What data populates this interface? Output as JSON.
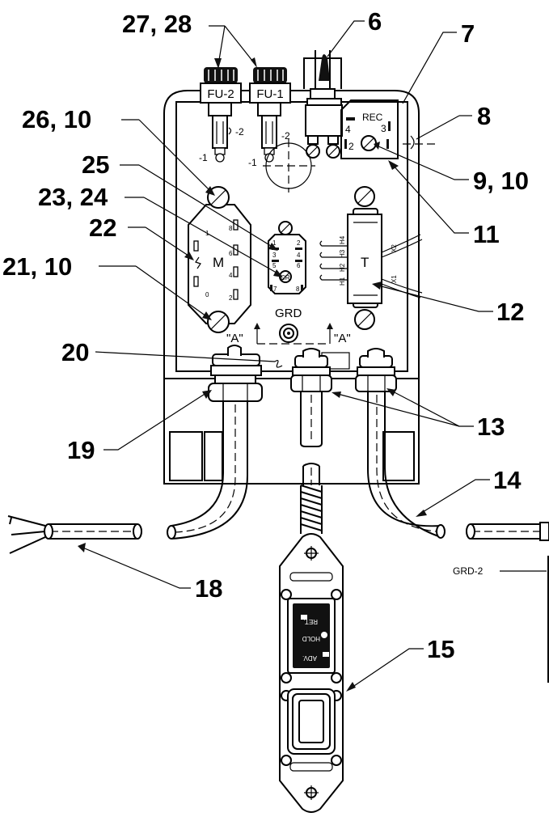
{
  "callouts": {
    "c27_28": "27, 28",
    "c6": "6",
    "c7": "7",
    "c8": "8",
    "c26_10": "26, 10",
    "c25": "25",
    "c23_24": "23, 24",
    "c22": "22",
    "c21_10": "21, 10",
    "c9_10": "9, 10",
    "c11": "11",
    "c12": "12",
    "c20": "20",
    "c13": "13",
    "c19": "19",
    "c14": "14",
    "c18": "18",
    "c15": "15"
  },
  "labels": {
    "fu2": "FU-2",
    "fu1": "FU-1",
    "fu2_term2": "-2",
    "fu2_term1": "-1",
    "fu1_term2": "-2",
    "fu1_term1": "-1",
    "rec": "REC",
    "rec4": "4",
    "rec3": "3",
    "rec2": "2",
    "m": "M",
    "m1": "1",
    "m8": "8",
    "m6": "6",
    "m4": "4",
    "m0": "0",
    "m2": "2",
    "cr": "CR",
    "cr1": "1",
    "cr2": "2",
    "cr3": "3",
    "cr4": "4",
    "cr5": "5",
    "cr6": "6",
    "cr7": "7",
    "cr8": "8",
    "t": "T",
    "h1": "H1",
    "h2": "H2",
    "h3": "H3",
    "h4": "H4",
    "x1": "X1",
    "x2": "X2",
    "grd": "GRD",
    "a_left": "\"A\"",
    "a_right": "\"A\"",
    "grd2": "GRD-2",
    "ret": "RET.",
    "hold": "HOLD",
    "adv": "ADV."
  }
}
